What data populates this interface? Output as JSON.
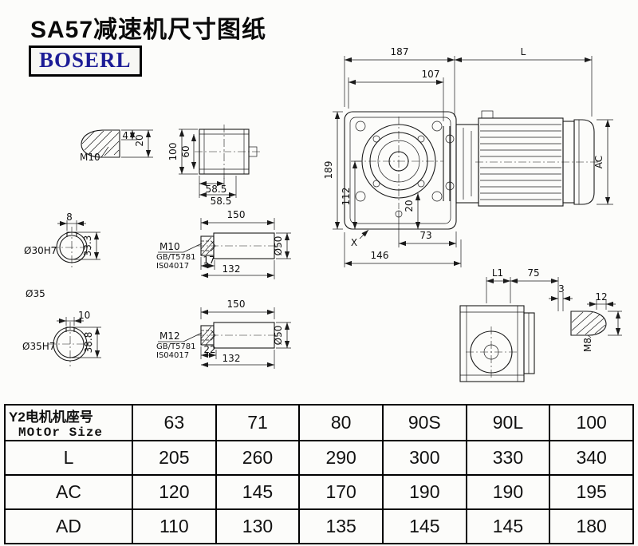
{
  "page": {
    "title": "SA57减速机尺寸图纸",
    "brand": "BOSERL"
  },
  "drawing": {
    "main_view": {
      "dim_187": "187",
      "dim_L": "L",
      "dim_107": "107",
      "dim_189": "189",
      "dim_112": "112",
      "dim_20": "20",
      "dim_73": "73",
      "dim_146": "146",
      "dim_AC": "AC",
      "label_X": "X"
    },
    "tap_detail_top": {
      "thread": "M10",
      "dim_4": "4",
      "dim_20": "20"
    },
    "top_view": {
      "dim_100": "100",
      "dim_60": "60",
      "dim_585_a": "58.5",
      "dim_585_b": "58.5"
    },
    "hollow_shaft_1": {
      "keyway": "8",
      "bore": "Ø30H7",
      "dim_333": "33.3",
      "outer": "Ø35"
    },
    "shaft_detail_1": {
      "dim_150": "150",
      "thread": "M10",
      "std_1": "GB/T5781",
      "std_2": "IS04017",
      "dim_17": "17",
      "dim_132": "132",
      "dim_d50": "Ø50"
    },
    "hollow_shaft_2": {
      "keyway": "10",
      "bore": "Ø35H7",
      "dim_388": "38.8"
    },
    "shaft_detail_2": {
      "dim_150": "150",
      "thread": "M12",
      "std_1": "GB/T5781",
      "std_2": "IS04017",
      "dim_22": "22",
      "dim_132": "132",
      "dim_d50": "Ø50"
    },
    "side_view": {
      "dim_L1": "L1",
      "dim_75": "75",
      "dim_3": "3"
    },
    "tap_detail_bottom": {
      "dim_12": "12",
      "thread": "M8"
    }
  },
  "table": {
    "header": {
      "label_line1": "Y2电机机座号",
      "label_line2": "MOtOr Size",
      "values": [
        "63",
        "71",
        "80",
        "90S",
        "90L",
        "100"
      ]
    },
    "rows": [
      {
        "label": "L",
        "values": [
          "205",
          "260",
          "290",
          "300",
          "330",
          "340"
        ]
      },
      {
        "label": "AC",
        "values": [
          "120",
          "145",
          "170",
          "190",
          "190",
          "195"
        ]
      },
      {
        "label": "AD",
        "values": [
          "110",
          "130",
          "135",
          "145",
          "145",
          "180"
        ]
      }
    ]
  }
}
